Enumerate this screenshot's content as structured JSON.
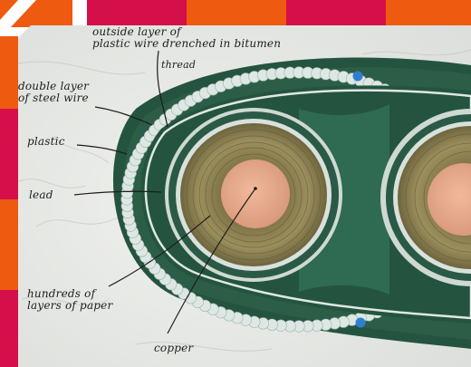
{
  "labels": {
    "outside_layer": "outside layer of\nplastic wire drenched in bitumen",
    "thread": "thread",
    "double_layer": "double layer\nof steel wire",
    "plastic": "plastic",
    "lead": "lead",
    "paper_layers": "hundreds of\nlayers of paper",
    "copper": "copper"
  },
  "colors": {
    "frame_red": "#d40f4a",
    "frame_orange": "#ee5a10",
    "cable_jacket": "#24543f",
    "wire_white": "#dde7e3",
    "paper": "#8f8352",
    "copper": "#e3a383",
    "marble": "#e9ebe8"
  }
}
